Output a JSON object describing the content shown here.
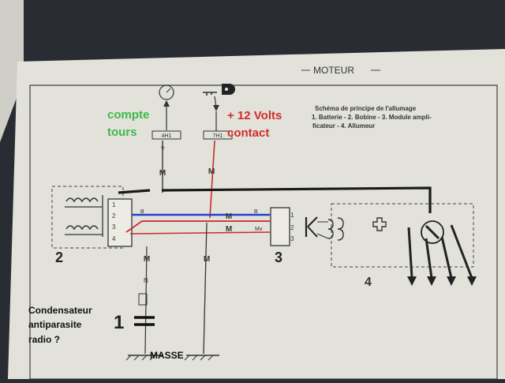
{
  "header": {
    "section": "MOTEUR"
  },
  "caption": [
    "Schéma de principe de l'allumage",
    "1. Batterie - 2. Bobine - 3. Module ampli-",
    "ficateur - 4. Allumeur"
  ],
  "annotations": {
    "compte_line1": "compte",
    "compte_line2": "tours",
    "volts_line1": "+ 12 Volts",
    "volts_line2": "contact",
    "cond_line1": "Condensateur",
    "cond_line2": "antiparasite",
    "cond_line3": "radio ?",
    "masse": "MASSE"
  },
  "components": {
    "bobine": "2",
    "batterie": "1",
    "module": "3",
    "allumeur": "4"
  },
  "connectors": {
    "tach": "4H1",
    "contact": "7H1",
    "letter_v": "V",
    "letter_n": "N"
  },
  "wire_marks": {
    "m": "M",
    "b": "B",
    "mv": "Mv"
  },
  "pins": {
    "bobine": [
      "1",
      "2",
      "3",
      "4"
    ],
    "module": [
      "1",
      "2",
      "3"
    ]
  },
  "colors": {
    "annotation_green": "#3fb84a",
    "annotation_red": "#d42a2a",
    "wire_blue": "#2140d0",
    "wire_red": "#cc2a2a"
  }
}
